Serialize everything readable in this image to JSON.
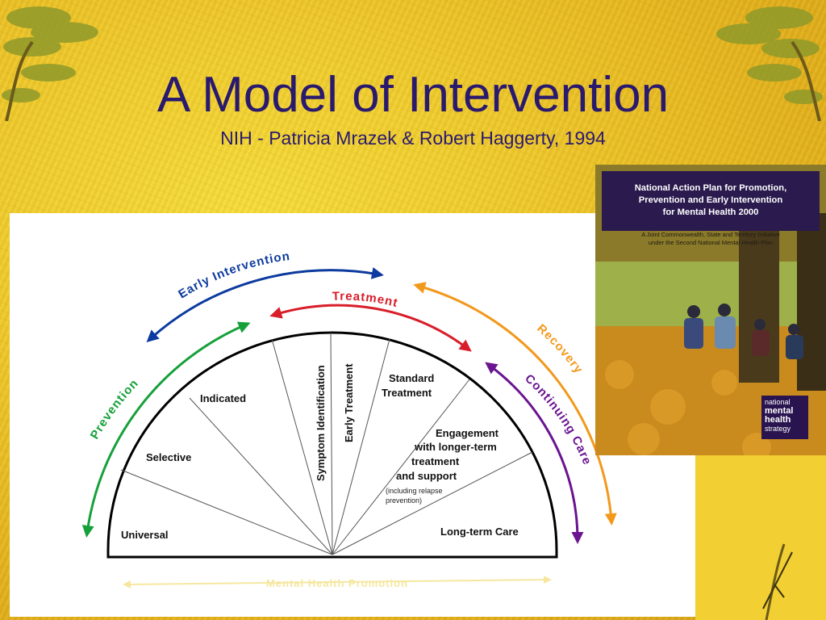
{
  "slide": {
    "title": "A Model of Intervention",
    "subtitle": "NIH -  Patricia Mrazek & Robert Haggerty, 1994"
  },
  "diagram": {
    "arcs": {
      "early_intervention": "Early Intervention",
      "treatment": "Treatment",
      "prevention": "Prevention",
      "recovery": "Recovery",
      "continuing_care": "Continuing Care",
      "mental_health_promotion": "Mental Health Promotion"
    },
    "segments": {
      "universal": "Universal",
      "selective": "Selective",
      "indicated": "Indicated",
      "symptom_identification": "Symptom Identification",
      "early_treatment": "Early Treatment",
      "standard_treatment_1": "Standard",
      "standard_treatment_2": "Treatment",
      "engagement_1": "Engagement",
      "engagement_2": "with longer-term",
      "engagement_3": "treatment",
      "engagement_4": "and support",
      "engagement_note_1": "(including relapse",
      "engagement_note_2": "prevention)",
      "long_term_care": "Long-term Care"
    },
    "colors": {
      "early_intervention": "#0c3a9e",
      "treatment": "#d81e2a",
      "prevention": "#16a03a",
      "recovery": "#f2991c",
      "continuing_care": "#6a1490",
      "mental_health_promotion": "#f5e7a0"
    }
  },
  "cover": {
    "title_line1": "National Action Plan for Promotion,",
    "title_line2": "Prevention and Early Intervention",
    "title_line3": "for Mental Health 2000",
    "sub_line1": "A Joint Commonwealth, State and Territory Initiative",
    "sub_line2": "under the Second National Mental Health Plan",
    "logo_line1": "national",
    "logo_line2": "mental",
    "logo_line3": "health",
    "logo_line4": "strategy"
  }
}
